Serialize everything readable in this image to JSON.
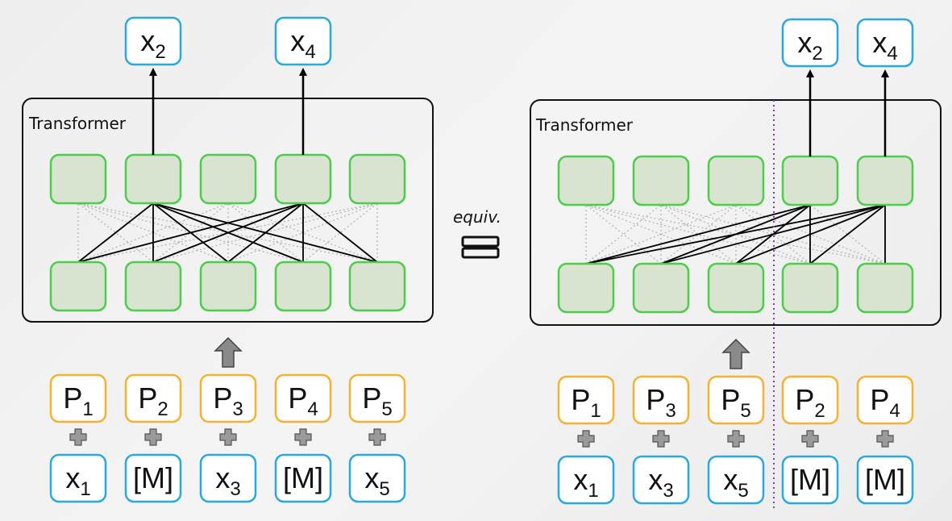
{
  "colors": {
    "node_fill": "#d8e4cf",
    "node_stroke": "#4dcc4d",
    "pos_stroke": "#f2b233",
    "tok_stroke": "#2ba8df",
    "arrow_gray": "#8a8a8a",
    "divider": "#7a3fae",
    "dotted": "#b5b5b5"
  },
  "equivalence": {
    "text": "equiv.",
    "symbol_icon": "equals-box-icon"
  },
  "left": {
    "transformer_label": "Transformer",
    "outputs": [
      {
        "base": "x",
        "sub": "2"
      },
      {
        "base": "x",
        "sub": "4"
      }
    ],
    "positions": [
      {
        "base": "P",
        "sub": "1"
      },
      {
        "base": "P",
        "sub": "2"
      },
      {
        "base": "P",
        "sub": "3"
      },
      {
        "base": "P",
        "sub": "4"
      },
      {
        "base": "P",
        "sub": "5"
      }
    ],
    "tokens": [
      {
        "base": "x",
        "sub": "1"
      },
      {
        "base": "[M]",
        "sub": ""
      },
      {
        "base": "x",
        "sub": "3"
      },
      {
        "base": "[M]",
        "sub": ""
      },
      {
        "base": "x",
        "sub": "5"
      }
    ]
  },
  "right": {
    "transformer_label": "Transformer",
    "outputs": [
      {
        "base": "x",
        "sub": "2"
      },
      {
        "base": "x",
        "sub": "4"
      }
    ],
    "positions": [
      {
        "base": "P",
        "sub": "1"
      },
      {
        "base": "P",
        "sub": "3"
      },
      {
        "base": "P",
        "sub": "5"
      },
      {
        "base": "P",
        "sub": "2"
      },
      {
        "base": "P",
        "sub": "4"
      }
    ],
    "tokens": [
      {
        "base": "x",
        "sub": "1"
      },
      {
        "base": "x",
        "sub": "3"
      },
      {
        "base": "x",
        "sub": "5"
      },
      {
        "base": "[M]",
        "sub": ""
      },
      {
        "base": "[M]",
        "sub": ""
      }
    ]
  }
}
